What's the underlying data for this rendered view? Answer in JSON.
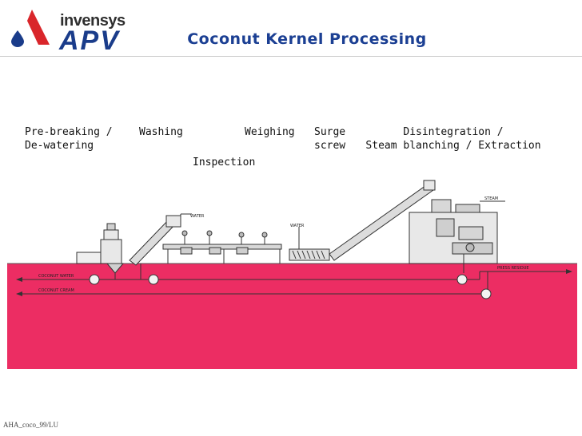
{
  "header": {
    "logo_top": "invensys",
    "logo_main": "APV",
    "title": "Coconut Kernel Processing",
    "brand_blue": "#1b3f93",
    "brand_red": "#d9262b"
  },
  "stages": [
    {
      "line1": "Pre-breaking /",
      "line2": "De-watering"
    },
    {
      "line1": "Washing",
      "line2": ""
    },
    {
      "line1": "Weighing",
      "line2": ""
    },
    {
      "line1": "Inspection",
      "line2": ""
    },
    {
      "line1": "Surge",
      "line2": "screw"
    },
    {
      "line1": "Disintegration /",
      "line2": "Steam blanching / Extraction"
    }
  ],
  "diagram_labels": {
    "water_1": "WATER",
    "water_2": "WATER",
    "steam": "STEAM",
    "coconut_water": "COCONUT WATER",
    "coconut_cream": "COCONUT CREAM",
    "press_residue": "PRESS RESIDUE"
  },
  "colors": {
    "floor": "#ec2d63",
    "line": "#333333"
  },
  "footer": "AHA_coco_99/LU"
}
